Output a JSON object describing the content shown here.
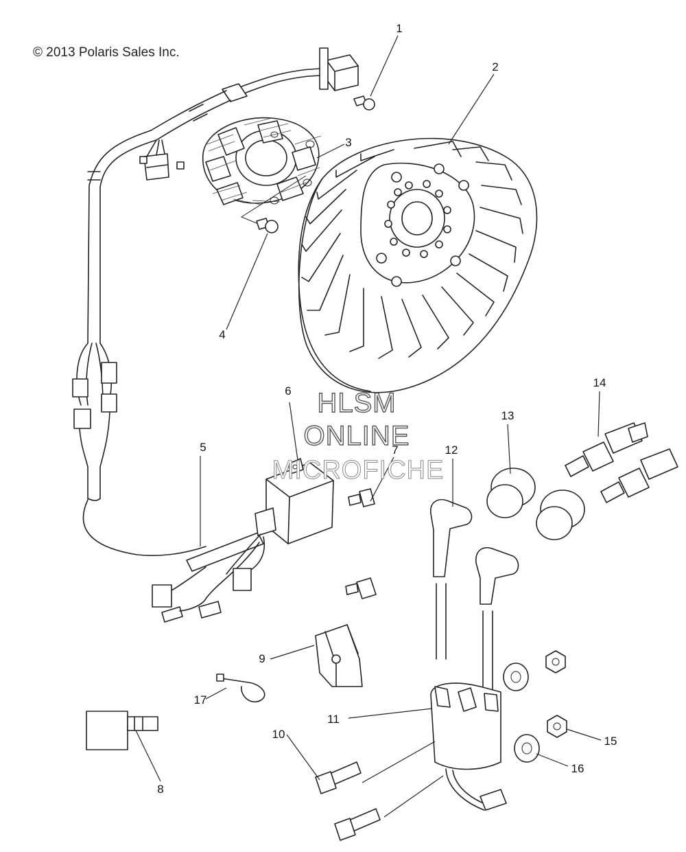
{
  "copyright": "© 2013 Polaris Sales Inc.",
  "watermark": {
    "line1": "HLSM",
    "line2": "ONLINE",
    "line3": "MICROFICHE"
  },
  "callouts": [
    "1",
    "2",
    "3",
    "4",
    "5",
    "6",
    "7",
    "8",
    "9",
    "10",
    "11",
    "12",
    "13",
    "14",
    "15",
    "16",
    "17"
  ],
  "colors": {
    "line": "#222222",
    "background": "#ffffff",
    "watermark_outline": "#555555"
  }
}
